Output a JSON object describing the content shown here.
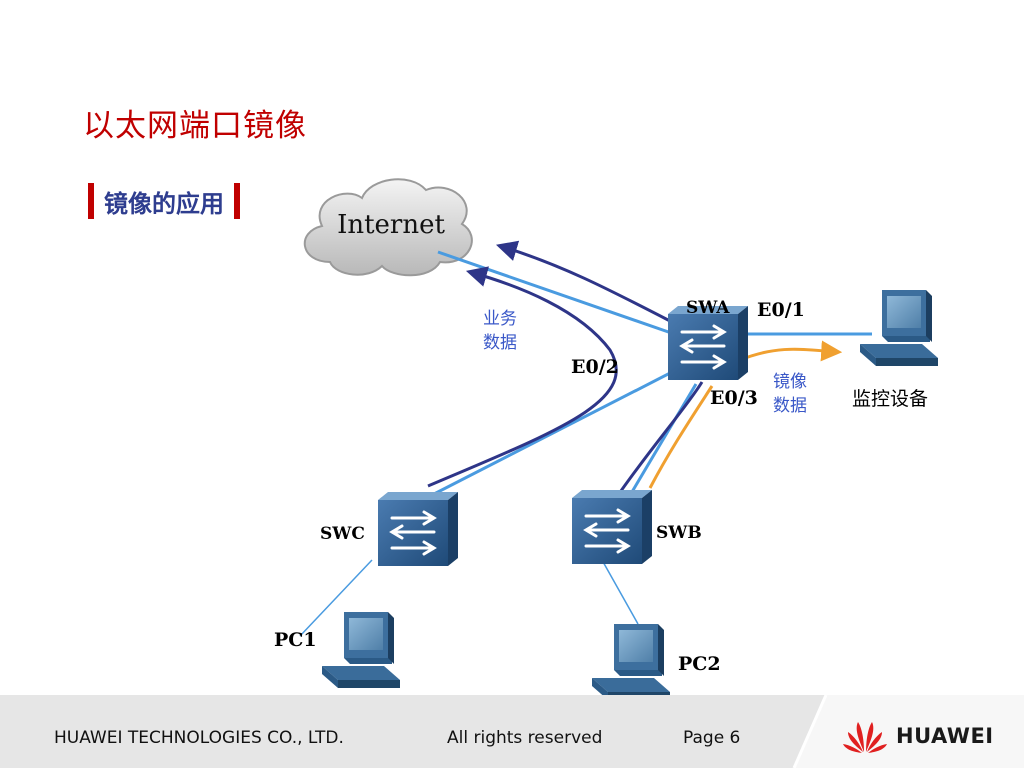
{
  "slide": {
    "title": "以太网端口镜像",
    "subtitle": "镜像的应用"
  },
  "diagram": {
    "cloud_label": "Internet",
    "nodes": {
      "swa": "SWA",
      "swb": "SWB",
      "swc": "SWC",
      "pc1": "PC1",
      "pc2": "PC2",
      "monitor": "监控设备"
    },
    "ports": {
      "e01": "E0/1",
      "e02": "E0/2",
      "e03": "E0/3"
    },
    "annotations": {
      "service_line1": "业务",
      "service_line2": "数据",
      "mirror_line1": "镜像",
      "mirror_line2": "数据"
    },
    "colors": {
      "link_blue": "#4a9be0",
      "flow_navy": "#2e3588",
      "mirror_orange": "#f0a030",
      "device_blue": "#2a5d8c",
      "label_blue": "#3a58c8"
    }
  },
  "footer": {
    "company": "HUAWEI TECHNOLOGIES CO., LTD.",
    "rights": "All rights reserved",
    "page": "Page 6",
    "brand": "HUAWEI"
  }
}
